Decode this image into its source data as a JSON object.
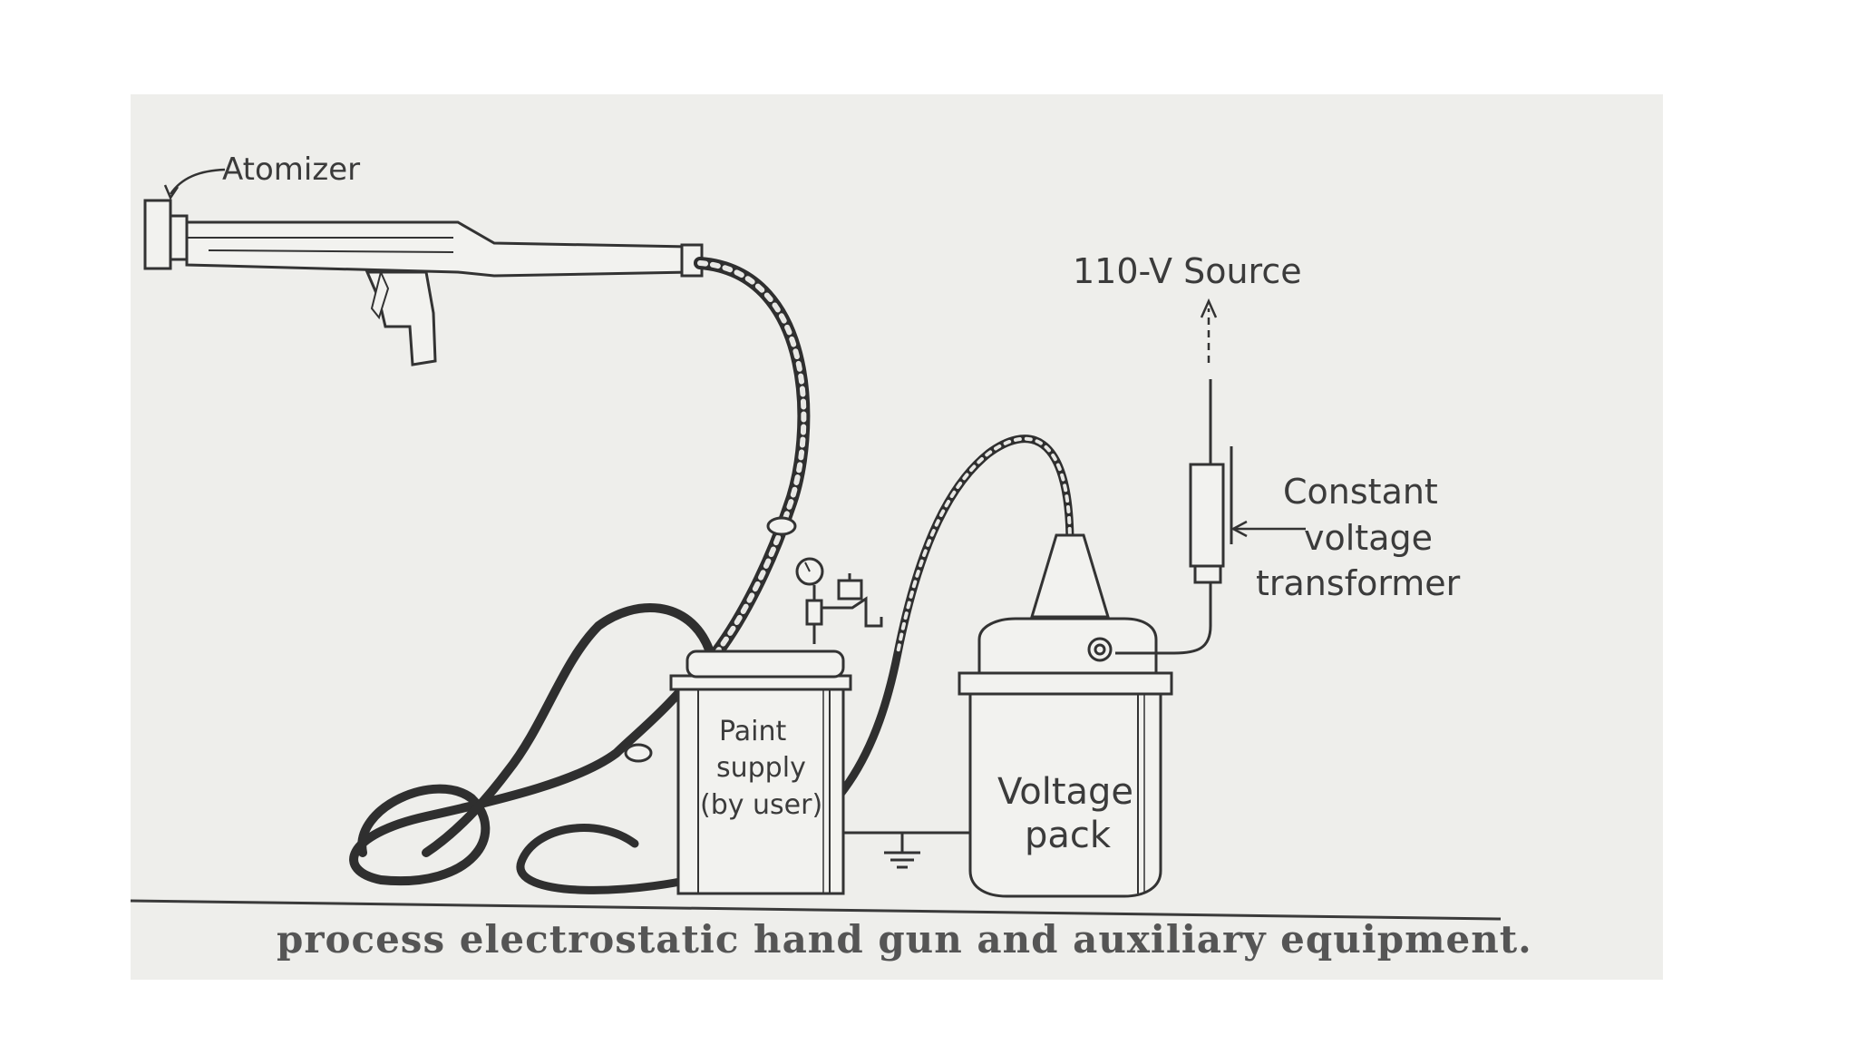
{
  "labels": {
    "atomizer": "Atomizer",
    "source": "110-V Source",
    "transformer_line1": "Constant",
    "transformer_line2": "voltage",
    "transformer_line3": "transformer",
    "paint_line1": "Paint",
    "paint_line2": "supply",
    "paint_line3": "(by user)",
    "voltage_line1": "Voltage",
    "voltage_line2": "pack"
  },
  "caption": "process electrostatic hand gun and auxiliary equipment."
}
